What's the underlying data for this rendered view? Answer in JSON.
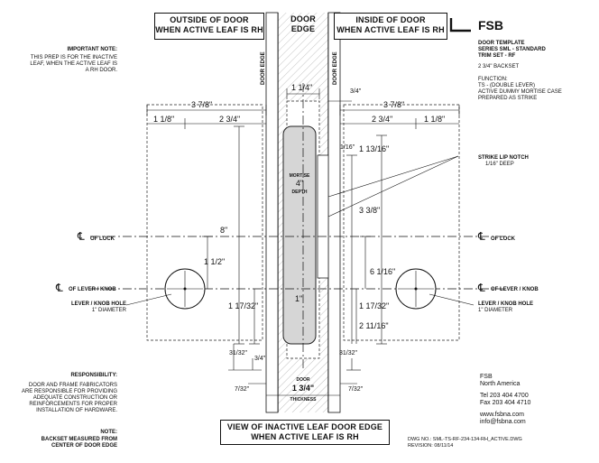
{
  "titles": {
    "outside": "OUTSIDE OF DOOR\nWHEN ACTIVE LEAF IS RH",
    "door_edge": "DOOR\nEDGE",
    "inside": "INSIDE OF DOOR\nWHEN ACTIVE LEAF IS RH",
    "bottom": "VIEW OF INACTIVE LEAF DOOR EDGE\nWHEN ACTIVE LEAF IS RH"
  },
  "brand": "FSB",
  "template": {
    "line1": "DOOR TEMPLATE",
    "line2": "SERIES SML - STANDARD",
    "line3": "TRIM SET - RF",
    "backset": "2 3/4\" BACKSET",
    "function_label": "FUNCTION:",
    "function_1": "TS - (DOUBLE LEVER)",
    "function_2": "ACTIVE DUMMY MORTISE CASE",
    "function_3": "PREPARED AS STRIKE"
  },
  "important_note": {
    "heading": "IMPORTANT NOTE:",
    "l1": "THIS PREP IS FOR THE INACTIVE",
    "l2": "LEAF, WHEN THE ACTIVE LEAF IS",
    "l3": "A RH DOOR."
  },
  "labels": {
    "door_edge_left": "DOOR EDGE",
    "door_edge_right": "DOOR EDGE",
    "cl_lock_left": "OF LOCK",
    "cl_lock_right": "OF LOCK",
    "cl_lever_left": "OF LEVER / KNOB",
    "cl_lever_right": "OF LEVER / KNOB",
    "hole_left_1": "LEVER / KNOB HOLE",
    "hole_left_2": "1\" DIAMETER",
    "hole_right_1": "LEVER / KNOB HOLE",
    "hole_right_2": "1\" DIAMETER",
    "strike_1": "STRIKE LIP NOTCH",
    "strike_2": "1/16\" DEEP",
    "mortise_1": "MORTISE",
    "mortise_2": "4\"",
    "mortise_3": "DEPTH",
    "door_thk_1": "DOOR",
    "door_thk_2": "1 3/4\"",
    "door_thk_3": "THICKNESS",
    "cl_symbol": "℄"
  },
  "dims": {
    "d1_1_4": "1 1/4\"",
    "d3_4_top": "3/4\"",
    "d3_7_8_l": "3 7/8\"",
    "d3_7_8_r": "3 7/8\"",
    "d1_1_8_l": "1 1/8\"",
    "d2_3_4_l": "2 3/4\"",
    "d2_3_4_r": "2 3/4\"",
    "d1_1_8_r": "1 1/8\"",
    "d1_16": "1/16\"",
    "d1_13_16": "1 13/16\"",
    "d3_3_8": "3 3/8\"",
    "d8": "8\"",
    "d1_1_2": "1 1/2\"",
    "d6_1_16": "6 1/16\"",
    "d1_17_32_l": "1 17/32\"",
    "d1_17_32_r": "1 17/32\"",
    "d2_11_16": "2 11/16\"",
    "d1_mortise": "1\"",
    "d31_32_l": "31/32\"",
    "d31_32_r": "31/32\"",
    "d3_4_bot": "3/4\"",
    "d7_32_l": "7/32\"",
    "d7_32_r": "7/32\""
  },
  "responsibility": {
    "heading": "RESPONSIBILITY:",
    "l1": "DOOR AND FRAME FABRICATORS",
    "l2": "ARE RESPONSIBLE FOR PROVIDING",
    "l3": "ADEQUATE CONSTRUCTION OR",
    "l4": "REINFORCEMENTS FOR PROPER",
    "l5": "INSTALLATION OF HARDWARE."
  },
  "note": {
    "heading": "NOTE:",
    "l1": "BACKSET MEASURED FROM",
    "l2": "CENTER OF DOOR EDGE"
  },
  "company": {
    "name": "FSB",
    "region": "North America",
    "tel": "Tel 203 404 4700",
    "fax": "Fax 203 404 4710",
    "web": "www.fsbna.com",
    "email": "info@fsbna.com"
  },
  "dwg": {
    "number": "DWG NO.: SML-TS-RF-234-134-RH_ACTIVE.DWG",
    "revision": "REVISION: 08/11/14"
  }
}
